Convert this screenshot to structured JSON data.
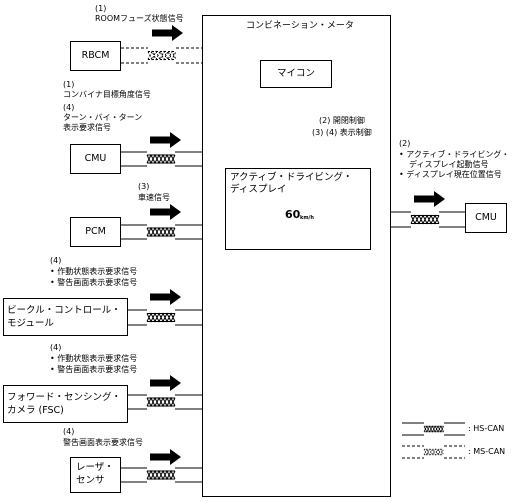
{
  "meter": {
    "label": "コンビネーション・メータ"
  },
  "micon": {
    "label": "マイコン"
  },
  "display": {
    "label_l1": "アクティブ・ドライビング・",
    "label_l2": "ディスプレイ",
    "speed": "60",
    "unit": "km/h"
  },
  "inner_signals": {
    "line1": "(2) 開閉制御",
    "line2": "(3) (4) 表示制御"
  },
  "left_modules": [
    {
      "id": "rbcm",
      "label": "RBCM",
      "signal_lines": [
        "(1)",
        "ROOMフューズ状態信号"
      ],
      "bus": "MS-CAN"
    },
    {
      "id": "cmu",
      "label": "CMU",
      "signal_lines": [
        "(1)",
        "コンバイナ目標角度信号",
        "(4)",
        "ターン・バイ・ターン",
        "表示要求信号"
      ],
      "bus": "HS-CAN"
    },
    {
      "id": "pcm",
      "label": "PCM",
      "signal_lines": [
        "(3)",
        "車速信号"
      ],
      "bus": "HS-CAN"
    },
    {
      "id": "vcm",
      "label_l1": "ビークル・コントロール・",
      "label_l2": "モジュール",
      "signal_lines": [
        "(4)",
        "• 作動状態表示要求信号",
        "• 警告画面表示要求信号"
      ],
      "bus": "HS-CAN"
    },
    {
      "id": "fsc",
      "label_l1": "フォワード・センシング・",
      "label_l2": "カメラ (FSC)",
      "signal_lines": [
        "(4)",
        "• 作動状態表示要求信号",
        "• 警告画面表示要求信号"
      ],
      "bus": "HS-CAN"
    },
    {
      "id": "laser",
      "label_l1": "レーザ・",
      "label_l2": "センサ",
      "signal_lines": [
        "(4)",
        "警告画面表示要求信号"
      ],
      "bus": "HS-CAN"
    }
  ],
  "right_module": {
    "label": "CMU",
    "signal_lines": [
      "(2)",
      "• アクティブ・ドライビング・",
      "ディスプレイ起動信号",
      "• ディスプレイ現在位置信号"
    ],
    "bus": "HS-CAN"
  },
  "legend": {
    "hs": ": HS-CAN",
    "ms": ": MS-CAN"
  }
}
